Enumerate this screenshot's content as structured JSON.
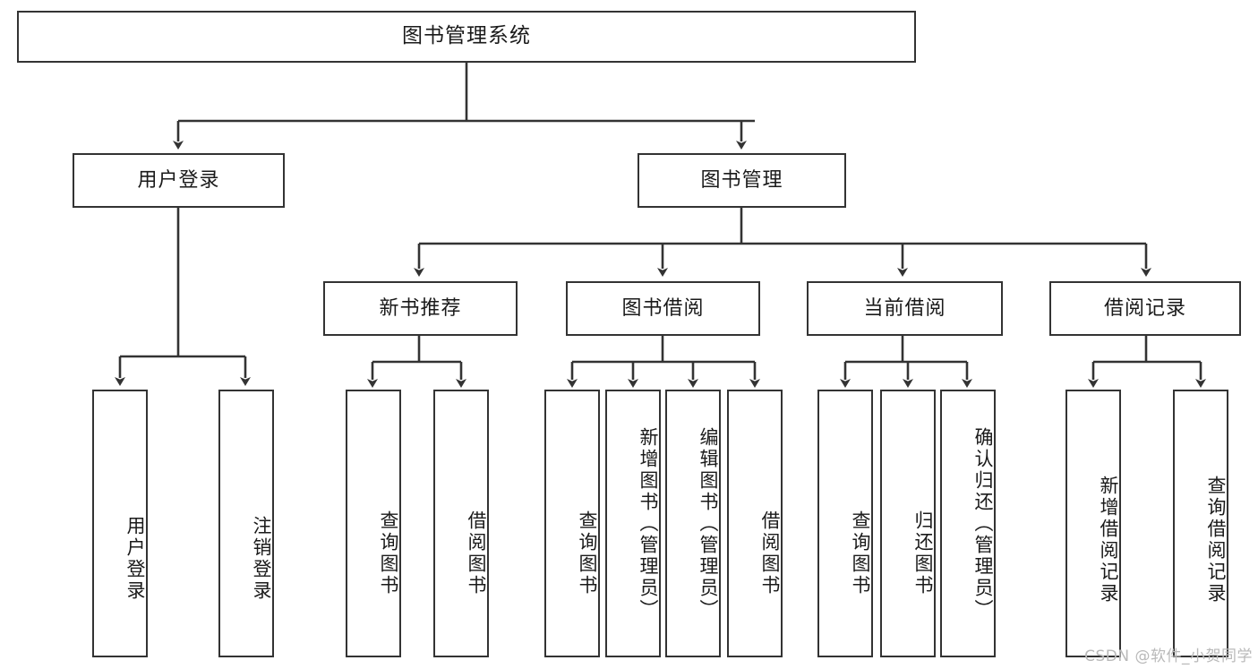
{
  "diagram": {
    "title": "图书管理系统",
    "watermark": "CSDN @软件_小贺同学",
    "stroke_color": "#333333",
    "fill_color": "#ffffff",
    "text_color": "#1a1a1a",
    "background": "#ffffff",
    "levels": {
      "root": "图书管理系统",
      "level2": [
        "用户登录",
        "图书管理"
      ],
      "level3": [
        "新书推荐",
        "图书借阅",
        "当前借阅",
        "借阅记录"
      ]
    },
    "nodes": {
      "root": {
        "label": "图书管理系统"
      },
      "user_login": {
        "label": "用户登录"
      },
      "book_manage": {
        "label": "图书管理"
      },
      "new_book_rec": {
        "label": "新书推荐"
      },
      "book_borrow": {
        "label": "图书借阅"
      },
      "current_borrow": {
        "label": "当前借阅"
      },
      "borrow_record": {
        "label": "借阅记录"
      },
      "leaf_user_login": {
        "label": "用户登录"
      },
      "leaf_logout_login": {
        "label": "注销登录"
      },
      "leaf_query_book_1": {
        "label": "查询图书"
      },
      "leaf_borrow_book_1": {
        "label": "借阅图书"
      },
      "leaf_query_book_2": {
        "label": "查询图书"
      },
      "leaf_add_book_admin": {
        "label": "新增图书（管理员）"
      },
      "leaf_edit_book_admin": {
        "label": "编辑图书（管理员）"
      },
      "leaf_borrow_book_2": {
        "label": "借阅图书"
      },
      "leaf_query_book_3": {
        "label": "查询图书"
      },
      "leaf_return_book": {
        "label": "归还图书"
      },
      "leaf_confirm_return_admin": {
        "label": "确认归还（管理员）"
      },
      "leaf_add_borrow_record": {
        "label": "新增借阅记录"
      },
      "leaf_query_borrow_record": {
        "label": "查询借阅记录"
      }
    },
    "edges": [
      {
        "from": "root",
        "to": "user_login"
      },
      {
        "from": "root",
        "to": "book_manage"
      },
      {
        "from": "user_login",
        "to": "leaf_user_login"
      },
      {
        "from": "user_login",
        "to": "leaf_logout_login"
      },
      {
        "from": "book_manage",
        "to": "new_book_rec"
      },
      {
        "from": "book_manage",
        "to": "book_borrow"
      },
      {
        "from": "book_manage",
        "to": "current_borrow"
      },
      {
        "from": "book_manage",
        "to": "borrow_record"
      },
      {
        "from": "new_book_rec",
        "to": "leaf_query_book_1"
      },
      {
        "from": "new_book_rec",
        "to": "leaf_borrow_book_1"
      },
      {
        "from": "book_borrow",
        "to": "leaf_query_book_2"
      },
      {
        "from": "book_borrow",
        "to": "leaf_add_book_admin"
      },
      {
        "from": "book_borrow",
        "to": "leaf_edit_book_admin"
      },
      {
        "from": "book_borrow",
        "to": "leaf_borrow_book_2"
      },
      {
        "from": "current_borrow",
        "to": "leaf_query_book_3"
      },
      {
        "from": "current_borrow",
        "to": "leaf_return_book"
      },
      {
        "from": "current_borrow",
        "to": "leaf_confirm_return_admin"
      },
      {
        "from": "borrow_record",
        "to": "leaf_add_borrow_record"
      },
      {
        "from": "borrow_record",
        "to": "leaf_query_borrow_record"
      }
    ]
  }
}
